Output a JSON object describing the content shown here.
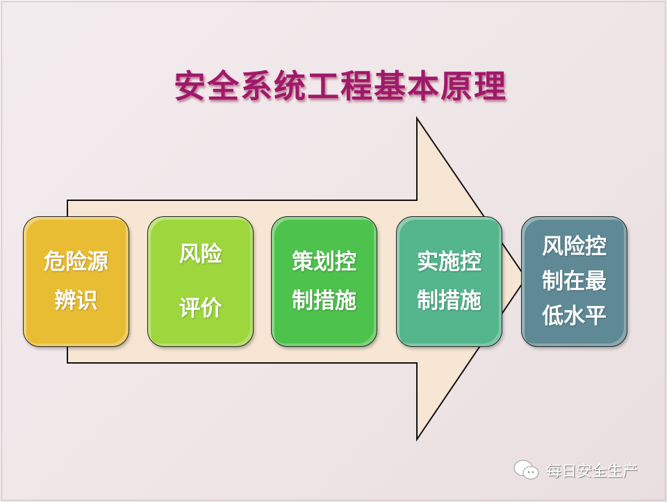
{
  "title": "安全系统工程基本原理",
  "steps": [
    {
      "lines": [
        "危险源",
        "辨识"
      ],
      "color": "#e9bd33"
    },
    {
      "lines": [
        "风险",
        "评价"
      ],
      "color": "#9ed63d"
    },
    {
      "lines": [
        "策划控",
        "制措施"
      ],
      "color": "#4dc24c"
    },
    {
      "lines": [
        "实施控",
        "制措施"
      ],
      "color": "#55b58c"
    },
    {
      "lines": [
        "风险控",
        "制在最",
        "低水平"
      ],
      "color": "#5f8a95"
    }
  ],
  "watermark": {
    "icon": "wechat-icon",
    "text": "每日安全生产"
  }
}
